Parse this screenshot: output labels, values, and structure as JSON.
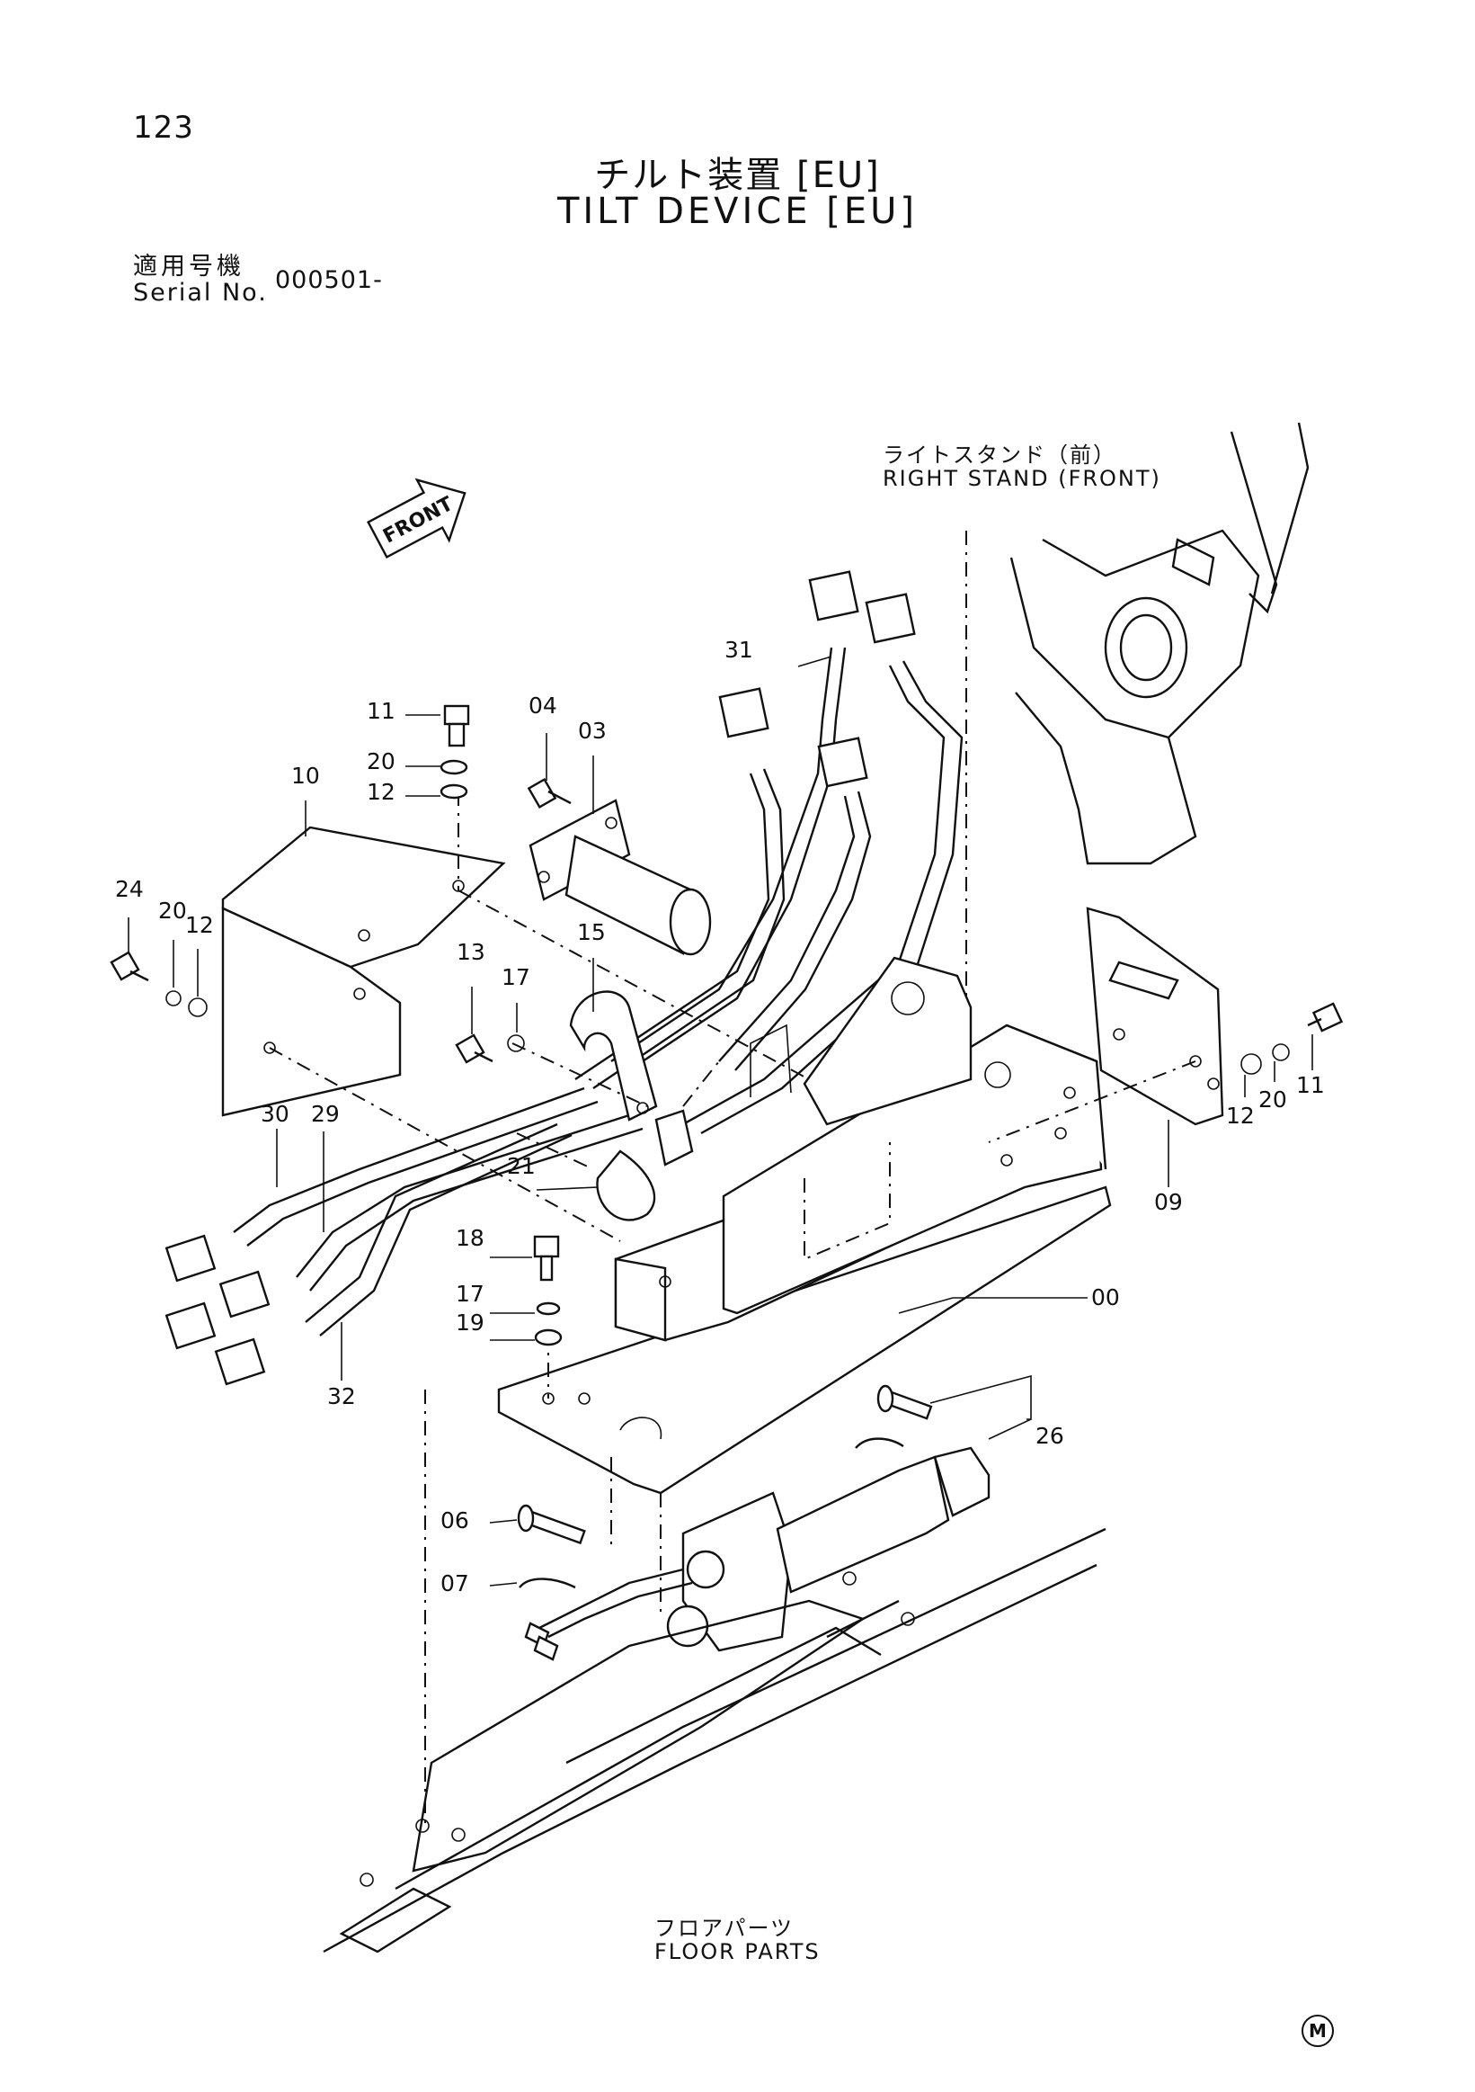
{
  "page_number": "123",
  "title": {
    "jp": "チルト装置 [EU]",
    "en": "TILT DEVICE [EU]"
  },
  "serial": {
    "label_jp": "適用号機",
    "label_en": "Serial No.",
    "value": "000501-"
  },
  "front_mark": "FRONT",
  "notes": {
    "right_stand_jp": "ライトスタンド（前）",
    "right_stand_en": "RIGHT STAND (FRONT)",
    "floor_parts_jp": "フロアパーツ",
    "floor_parts_en": "FLOOR PARTS"
  },
  "callouts": [
    "00",
    "03",
    "04",
    "06",
    "07",
    "09",
    "10",
    "11",
    "11",
    "12",
    "12",
    "12",
    "13",
    "15",
    "17",
    "17",
    "18",
    "19",
    "20",
    "20",
    "20",
    "21",
    "24",
    "26",
    "29",
    "30",
    "31",
    "32"
  ],
  "manufacturer_mark": "M"
}
